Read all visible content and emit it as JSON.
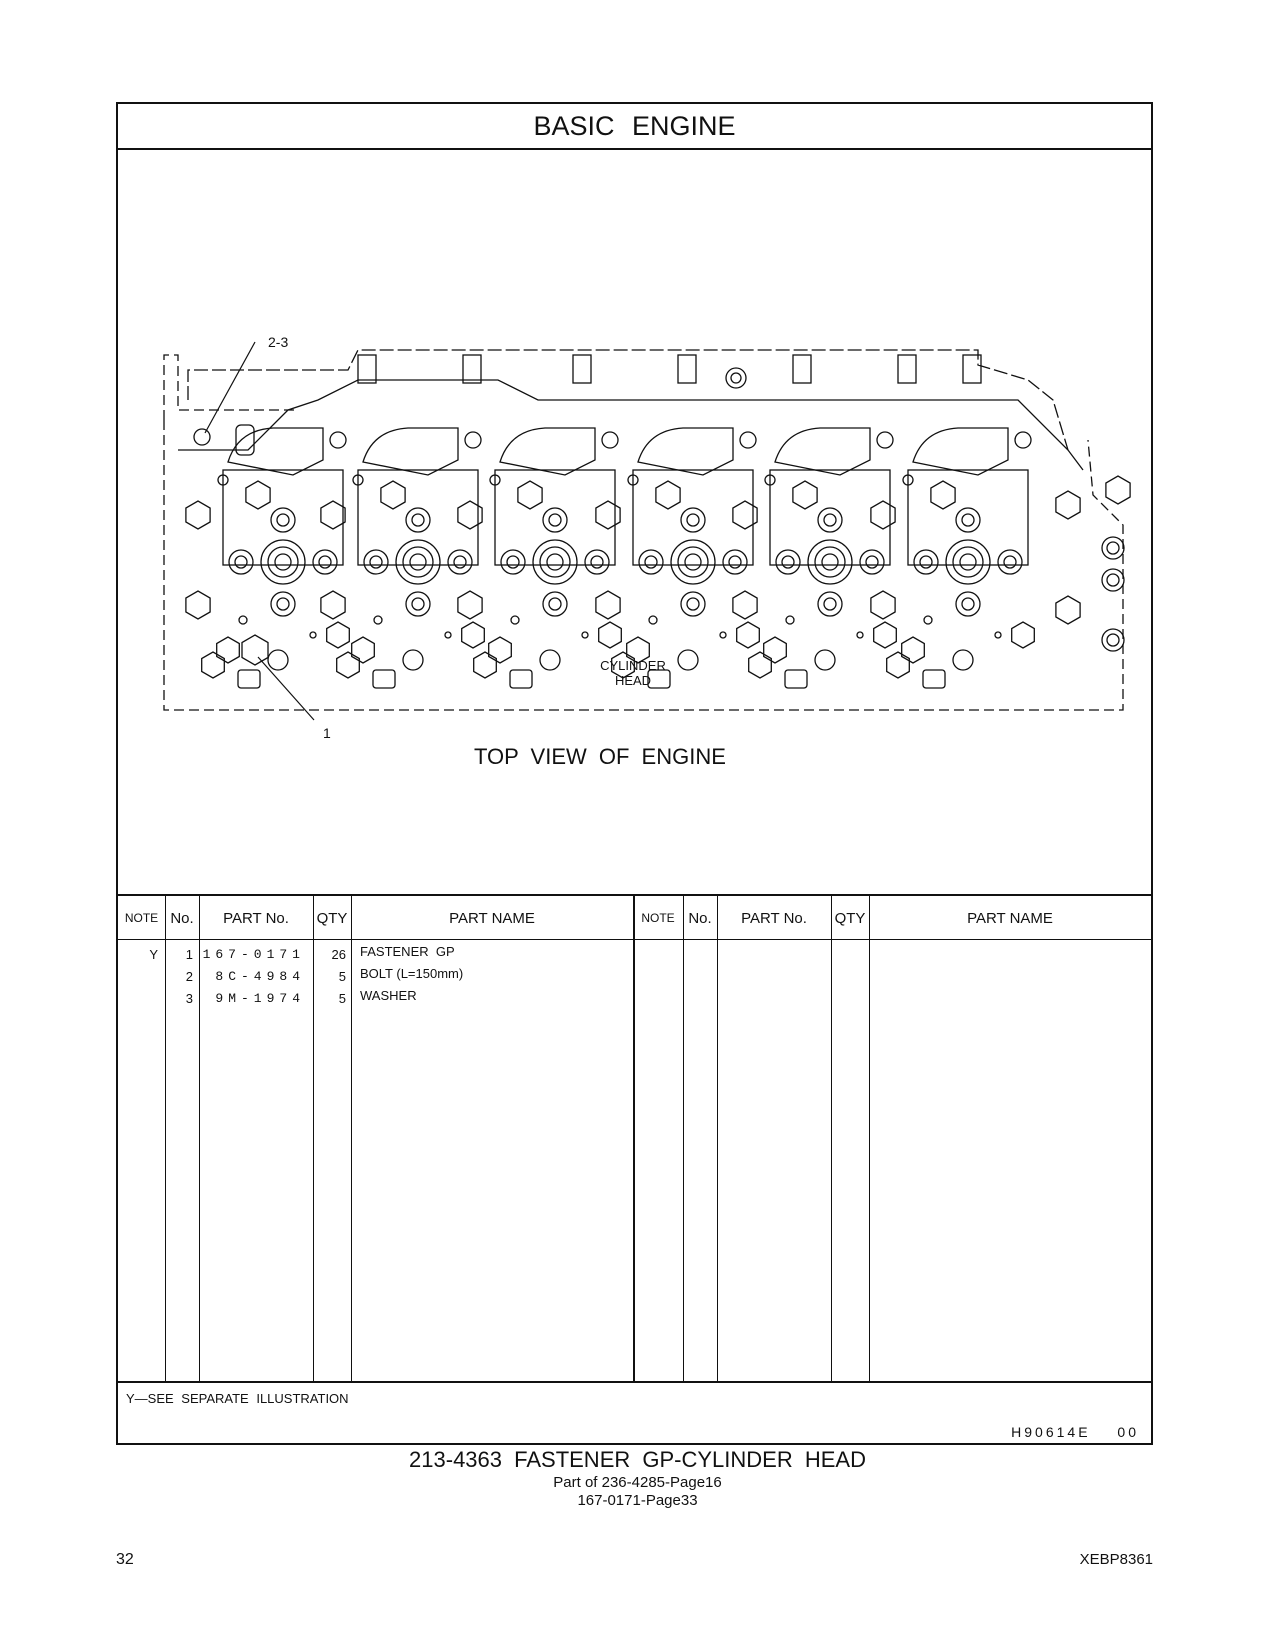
{
  "header": {
    "title": "BASIC  ENGINE"
  },
  "illustration": {
    "callout_top": "2-3",
    "callout_bottom": "1",
    "component_label_line1": "CYLINDER",
    "component_label_line2": "HEAD",
    "view_label": "TOP  VIEW  OF  ENGINE"
  },
  "table": {
    "headers": {
      "note": "NOTE",
      "no": "No.",
      "part_no": "PART No.",
      "qty": "QTY",
      "part_name": "PART NAME"
    },
    "rows": [
      {
        "note": "Y",
        "no": "1",
        "part_no": "167-0171",
        "qty": "26",
        "part_name": "FASTENER  GP"
      },
      {
        "note": "",
        "no": "2",
        "part_no": "8C-4984",
        "qty": "5",
        "part_name": "BOLT (L=150mm)"
      },
      {
        "note": "",
        "no": "3",
        "part_no": "9M-1974",
        "qty": "5",
        "part_name": "WASHER"
      }
    ]
  },
  "footnote": "Y—SEE  SEPARATE  ILLUSTRATION",
  "drawing_id": "H90614E 00",
  "caption": {
    "main": "213-4363  FASTENER  GP-CYLINDER  HEAD",
    "sub1": "Part of 236-4285-Page16",
    "sub2": "167-0171-Page33"
  },
  "page_number": "32",
  "document_code": "XEBP8361"
}
